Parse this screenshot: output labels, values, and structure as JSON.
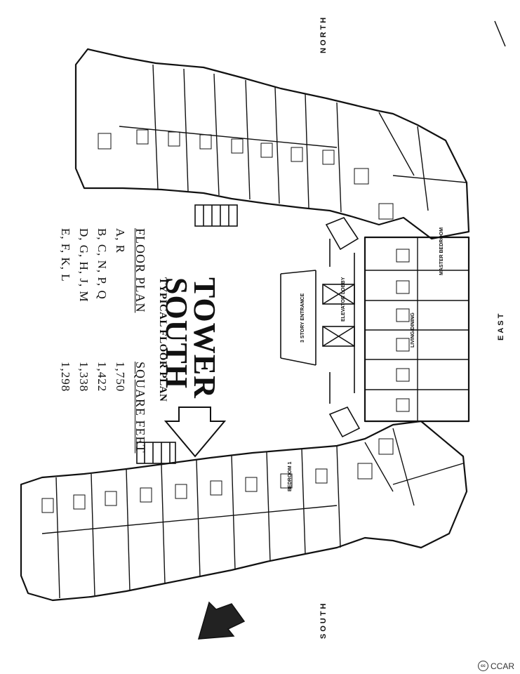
{
  "title_line1": "TOWER",
  "title_line2": "SOUTH",
  "subtitle": "TYPICAL FLOOR PLAN",
  "legend": {
    "header_left": "FLOOR PLAN",
    "header_right": "SQUARE FEET",
    "rows": [
      {
        "units": "A, R",
        "sqft": "1,750"
      },
      {
        "units": "B, C, N, P, Q",
        "sqft": "1,422"
      },
      {
        "units": "D, G, H, J, M",
        "sqft": "1,338"
      },
      {
        "units": "E, F, K, L",
        "sqft": "1,298"
      }
    ]
  },
  "compass": {
    "north": "NORTH",
    "south": "SOUTH",
    "east": "EAST"
  },
  "labels": {
    "entrance": "3 STORY ENTRANCE",
    "elevator": "ELEVATOR LOBBY"
  },
  "room_labels": {
    "master": "MASTER BEDROOM",
    "bedroom": "BEDROOM 1",
    "living": "LIVING/DINING"
  },
  "credit": "CCAR",
  "colors": {
    "ink": "#111111",
    "paper": "#ffffff"
  }
}
